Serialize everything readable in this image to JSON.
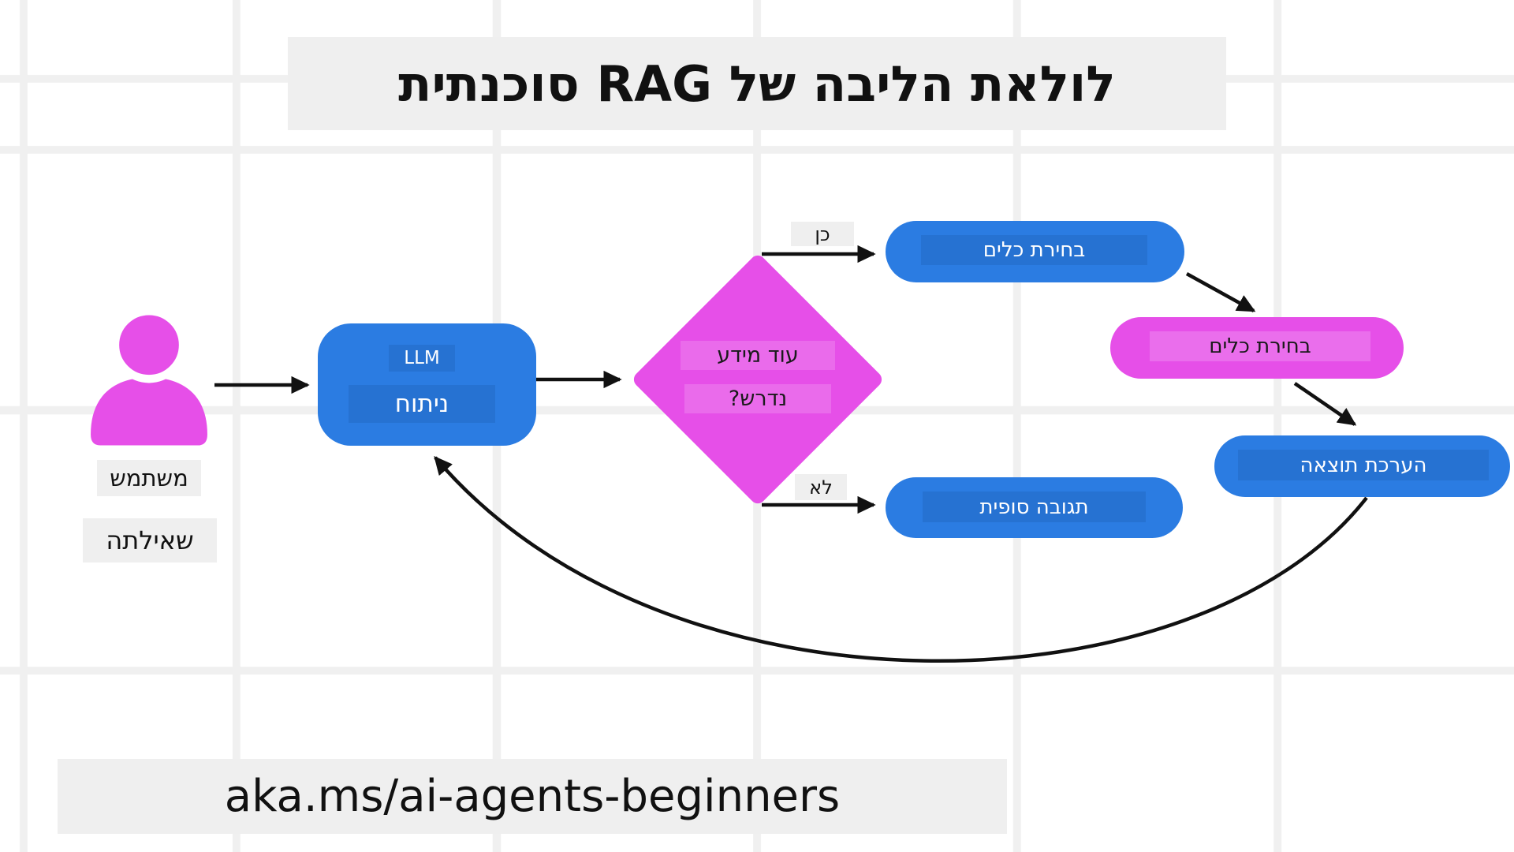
{
  "title": "לולאת הליבה של RAG סוכנתית",
  "footer": {
    "url_text": "aka.ms/ai-agents-beginners"
  },
  "colors": {
    "node_blue": "#2b7ce2",
    "node_magenta": "#e64fe8",
    "label_chip_bg": "#efefef",
    "grid_line": "#f0f0f0",
    "arrow": "#111111"
  },
  "actor": {
    "icon": "user-person-icon",
    "role_label": "משתמש",
    "query_label": "שאילתה"
  },
  "nodes": {
    "llm": {
      "badge": "LLM",
      "label": "ניתוח"
    },
    "decision": {
      "line1": "עוד מידע",
      "line2": "נדרש?"
    },
    "tool_selection_top": {
      "label": "בחירת כלים"
    },
    "tool_selection_mid": {
      "label": "בחירת כלים"
    },
    "result_evaluation": {
      "label": "הערכת תוצאה"
    },
    "final_response": {
      "label": "תגובה סופית"
    }
  },
  "edge_labels": {
    "yes": "כן",
    "no": "לא"
  }
}
